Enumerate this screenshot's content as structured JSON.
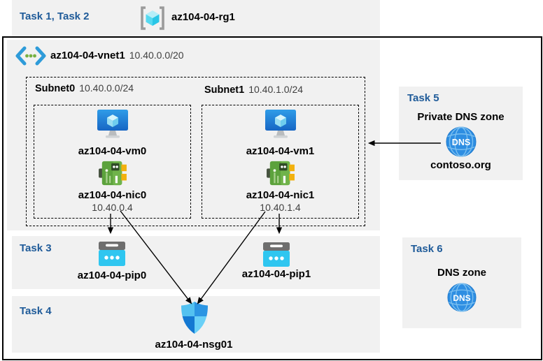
{
  "header": {
    "label": "Task 1, Task 2",
    "rg_name": "az104-04-rg1"
  },
  "vnet": {
    "name": "az104-04-vnet1",
    "cidr": "10.40.0.0/20",
    "subnet0": {
      "name": "Subnet0",
      "cidr": "10.40.0.0/24",
      "vm_name": "az104-04-vm0",
      "nic_name": "az104-04-nic0",
      "nic_ip": "10.40.0.4"
    },
    "subnet1": {
      "name": "Subnet1",
      "cidr": "10.40.1.0/24",
      "vm_name": "az104-04-vm1",
      "nic_name": "az104-04-nic1",
      "nic_ip": "10.40.1.4"
    }
  },
  "task3": {
    "label": "Task 3",
    "pip0_name": "az104-04-pip0",
    "pip1_name": "az104-04-pip1"
  },
  "task4": {
    "label": "Task 4",
    "nsg_name": "az104-04-nsg01"
  },
  "task5": {
    "label": "Task 5",
    "title": "Private DNS zone",
    "zone_name": "contoso.org",
    "dns_icon_text": "DNS"
  },
  "task6": {
    "label": "Task 6",
    "title": "DNS zone",
    "dns_icon_text": "DNS"
  },
  "colors": {
    "task_label_text": "#1F5B99",
    "panel_background": "#F1F1F1",
    "frame_border": "#000000",
    "muted_text": "#3F3F3F",
    "arrow": "#000000",
    "vm_blue": "#1E79D0",
    "nic_green": "#5CA23C",
    "pip_cyan": "#2FC6F0",
    "dns_blue": "#2E8EE2"
  }
}
